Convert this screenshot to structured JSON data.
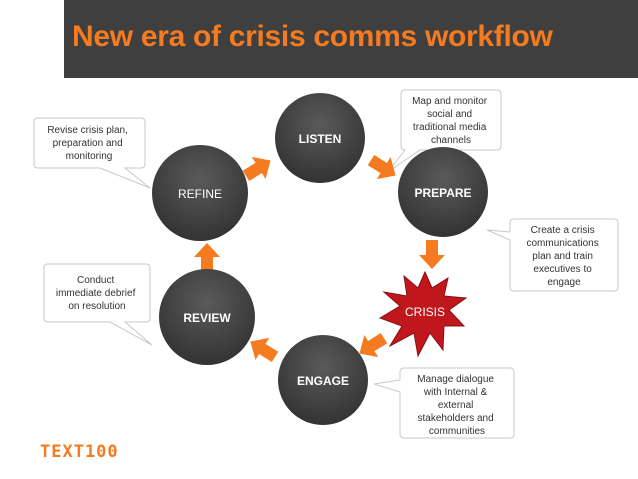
{
  "title": "New era of crisis comms workflow",
  "colors": {
    "accent": "#f47b20",
    "title_bg": "#3f3f3f",
    "node": "#3d3d3d",
    "crisis": "#c0171d"
  },
  "nodes": {
    "listen": "LISTEN",
    "prepare": "PREPARE",
    "crisis": "CRISIS",
    "engage": "ENGAGE",
    "review": "REVIEW",
    "refine": "REFINE"
  },
  "notes": {
    "listen": [
      "Map  and monitor",
      "social and",
      "traditional media",
      "channels"
    ],
    "prepare": [
      "Create a crisis",
      "communications",
      "plan and train",
      "executives to",
      "engage"
    ],
    "engage": [
      "Manage dialogue",
      "with Internal &",
      "external",
      "stakeholders and",
      "communities"
    ],
    "review": [
      "Conduct",
      "immediate debrief",
      "on resolution"
    ],
    "refine": [
      "Revise crisis plan,",
      "preparation and",
      "monitoring"
    ]
  },
  "logo": "TEXT100"
}
